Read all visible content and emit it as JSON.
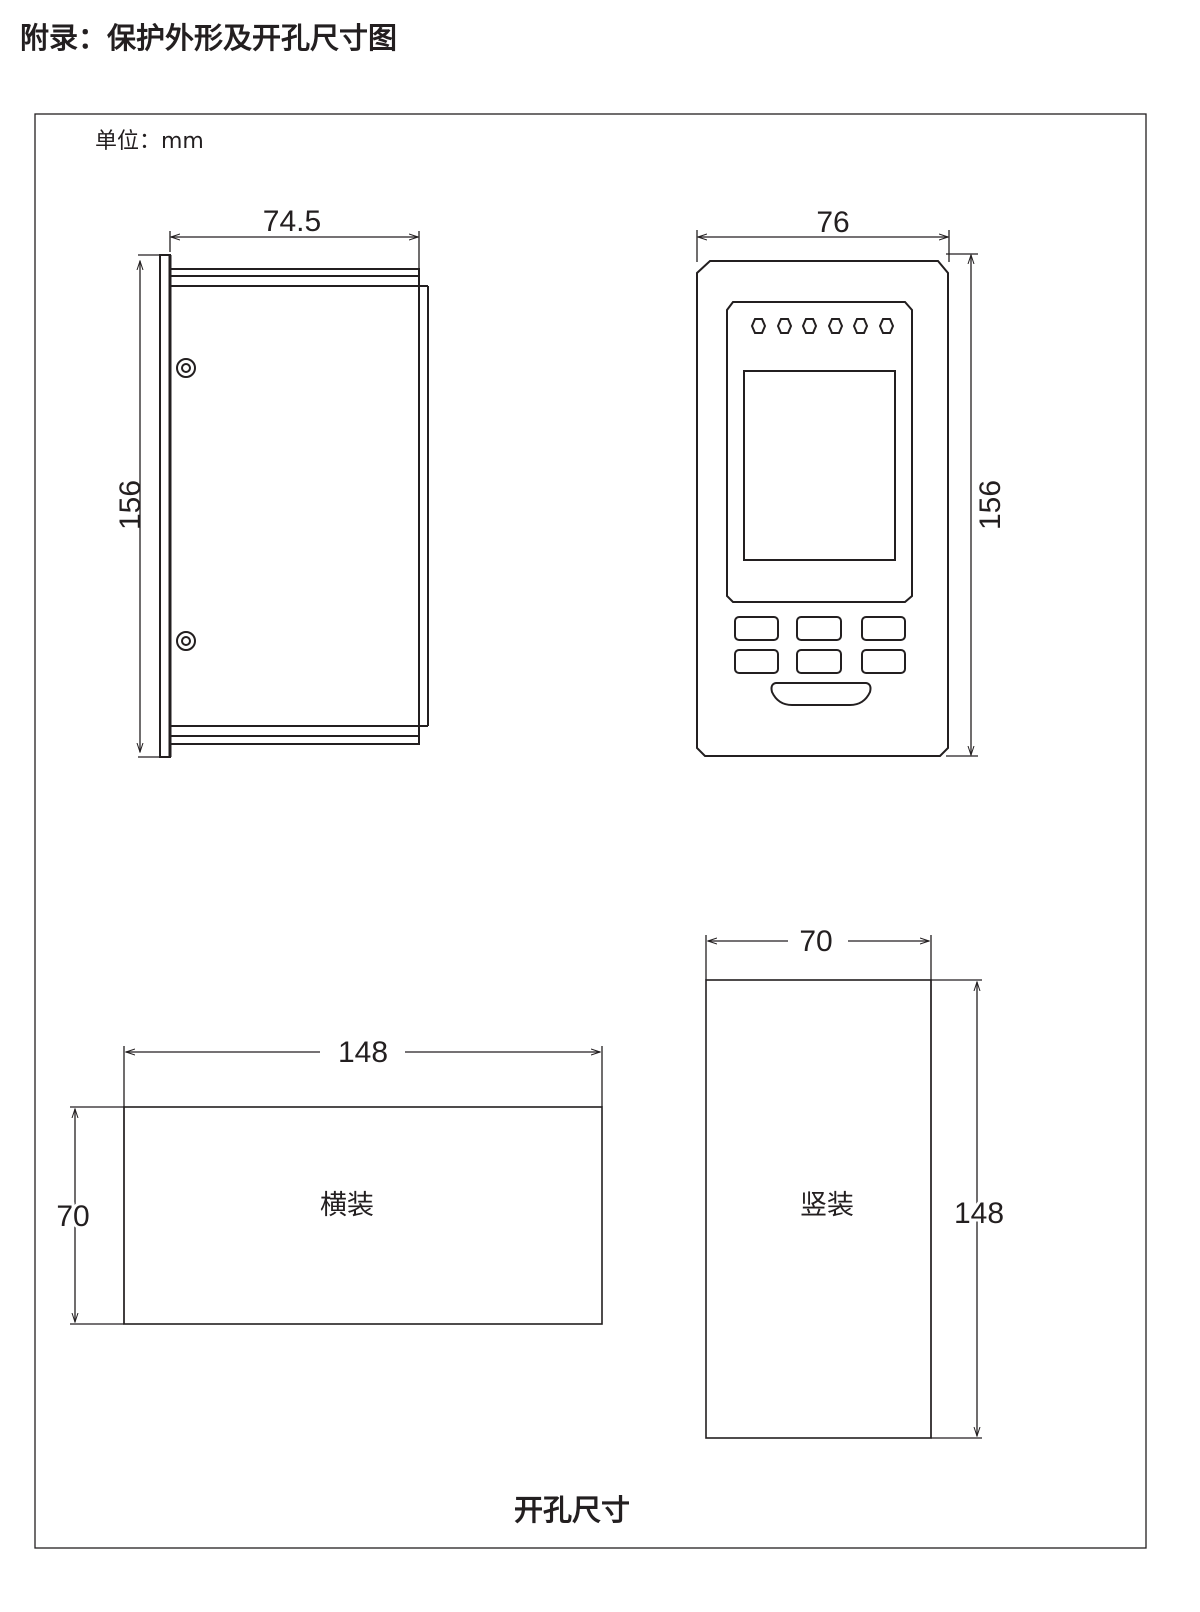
{
  "title": "附录：保护外形及开孔尺寸图",
  "unit_label": "单位：mm",
  "side_view": {
    "width_dim": "74.5",
    "height_dim": "156"
  },
  "front_view": {
    "width_dim": "76",
    "height_dim": "156",
    "indicator_count": 6,
    "button_count": 6
  },
  "cutout_horizontal": {
    "width_dim": "148",
    "height_dim": "70",
    "label": "横装"
  },
  "cutout_vertical": {
    "width_dim": "70",
    "height_dim": "148",
    "label": "竖装"
  },
  "caption": "开孔尺寸"
}
